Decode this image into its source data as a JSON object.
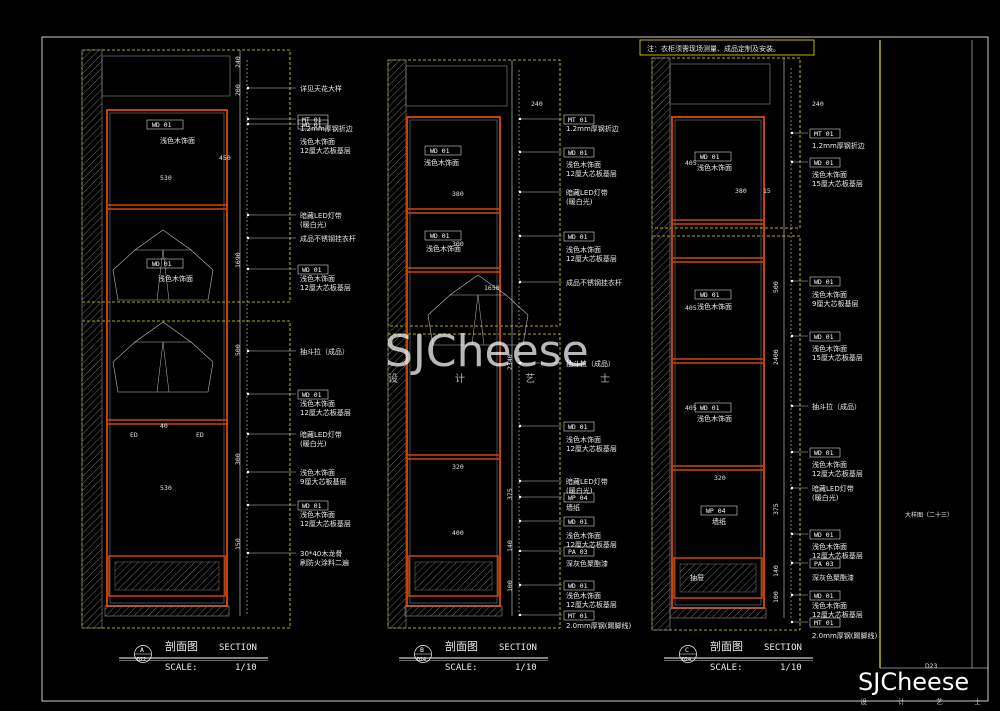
{
  "top_note": "注：衣柜须需现场测量、成品定制及安装。",
  "side_caption": "大样图（二十三）",
  "sheet_code": "D23",
  "watermark": {
    "main": "SJCheese",
    "sub": [
      "设",
      "计",
      "艺",
      "士"
    ]
  },
  "corner_watermark": {
    "main": "SJCheese",
    "sub": [
      "设",
      "计",
      "艺",
      "士"
    ]
  },
  "common_labels": {
    "light_wood": "浅色木饰面",
    "ply12": "12厘大芯板基层",
    "ply9": "9厘大芯板基层",
    "ply15": "15厘大芯板基层",
    "led": "暗藏LED灯带",
    "warm": "(暖白光)",
    "rod": "成品不锈钢挂衣杆",
    "drawer": "抽斗拉（成品）",
    "wallpaper": "墙纸",
    "lacquer": "深灰色聚酯漆",
    "steel_edge": "1.2mm厚钢折边",
    "steel_skirt": "2.0mm厚钢(踢脚线)"
  },
  "panels": [
    {
      "bubble_letter": "A",
      "bubble_code": "D22",
      "title_cn": "剖面图",
      "title_en": "SECTION",
      "scale_label": "SCALE:",
      "scale_value": "1/10",
      "callouts": [
        {
          "text": "详见天花大样"
        },
        {
          "text": "MT 01"
        },
        {
          "text": "1.2mm厚钢折边"
        },
        {
          "text": "WD 01"
        },
        {
          "text": "浅色木饰面"
        },
        {
          "text": "12厘大芯板基层"
        },
        {
          "text": "暗藏LED灯带"
        },
        {
          "text": "(暖白光)"
        },
        {
          "text": "成品不锈钢挂衣杆"
        },
        {
          "text": "WD 01"
        },
        {
          "text": "浅色木饰面"
        },
        {
          "text": "12厘大芯板基层"
        },
        {
          "text": "抽斗拉（成品）"
        },
        {
          "text": "WD 01"
        },
        {
          "text": "浅色木饰面"
        },
        {
          "text": "12厘大芯板基层"
        },
        {
          "text": "暗藏LED灯带"
        },
        {
          "text": "(暖白光)"
        },
        {
          "text": "浅色木饰面"
        },
        {
          "text": "9厘大芯板基层"
        },
        {
          "text": "WD 01"
        },
        {
          "text": "浅色木饰面"
        },
        {
          "text": "12厘大芯板基层"
        },
        {
          "text": "30*40木龙骨"
        },
        {
          "text": "刷防火涂料二遍"
        }
      ],
      "inner_tags": [
        {
          "text": "WD 01"
        },
        {
          "text": "浅色木饰面"
        },
        {
          "text": "WD 01"
        },
        {
          "text": "浅色木饰面"
        }
      ],
      "dims": [
        "240",
        "200",
        "450",
        "530",
        "1690",
        "500",
        "530",
        "40",
        "ED",
        "ED",
        "300",
        "150"
      ]
    },
    {
      "bubble_letter": "B",
      "bubble_code": "D24",
      "title_cn": "剖面图",
      "title_en": "SECTION",
      "scale_label": "SCALE:",
      "scale_value": "1/10",
      "callouts": [
        {
          "text": "MT 01"
        },
        {
          "text": "1.2mm厚钢折边"
        },
        {
          "text": "WD 01"
        },
        {
          "text": "浅色木饰面"
        },
        {
          "text": "12厘大芯板基层"
        },
        {
          "text": "暗藏LED灯带"
        },
        {
          "text": "(暖白光)"
        },
        {
          "text": "WD 01"
        },
        {
          "text": "浅色木饰面"
        },
        {
          "text": "12厘大芯板基层"
        },
        {
          "text": "成品不锈钢挂衣杆"
        },
        {
          "text": "抽斗拉（成品）"
        },
        {
          "text": "WD 01"
        },
        {
          "text": "浅色木饰面"
        },
        {
          "text": "12厘大芯板基层"
        },
        {
          "text": "暗藏LED灯带"
        },
        {
          "text": "(暖白光)"
        },
        {
          "text": "WP 04"
        },
        {
          "text": "墙纸"
        },
        {
          "text": "WD 01"
        },
        {
          "text": "浅色木饰面"
        },
        {
          "text": "12厘大芯板基层"
        },
        {
          "text": "PA 03"
        },
        {
          "text": "深灰色聚酯漆"
        },
        {
          "text": "WD 01"
        },
        {
          "text": "浅色木饰面"
        },
        {
          "text": "12厘大芯板基层"
        },
        {
          "text": "MT 01"
        },
        {
          "text": "2.0mm厚钢(踢脚线)"
        }
      ],
      "inner_tags": [
        {
          "text": "WD 01"
        },
        {
          "text": "浅色木饰面"
        },
        {
          "text": "WD 01"
        },
        {
          "text": "浅色木饰面"
        }
      ],
      "dims": [
        "240",
        "380",
        "300",
        "1650",
        "320",
        "2340",
        "375",
        "400",
        "140",
        "100"
      ]
    },
    {
      "bubble_letter": "C",
      "bubble_code": "D24",
      "title_cn": "剖面图",
      "title_en": "SECTION",
      "scale_label": "SCALE:",
      "scale_value": "1/10",
      "callouts": [
        {
          "text": "MT 01"
        },
        {
          "text": "1.2mm厚钢折边"
        },
        {
          "text": "WD 01"
        },
        {
          "text": "浅色木饰面"
        },
        {
          "text": "15厘大芯板基层"
        },
        {
          "text": "WD 01"
        },
        {
          "text": "浅色木饰面"
        },
        {
          "text": "9厘大芯板基层"
        },
        {
          "text": "WD 01"
        },
        {
          "text": "浅色木饰面"
        },
        {
          "text": "15厘大芯板基层"
        },
        {
          "text": "抽斗拉（成品）"
        },
        {
          "text": "WD 01"
        },
        {
          "text": "浅色木饰面"
        },
        {
          "text": "12厘大芯板基层"
        },
        {
          "text": "暗藏LED灯带"
        },
        {
          "text": "(暖白光)"
        },
        {
          "text": "WD 01"
        },
        {
          "text": "浅色木饰面"
        },
        {
          "text": "12厘大芯板基层"
        },
        {
          "text": "PA 03"
        },
        {
          "text": "深灰色聚酯漆"
        },
        {
          "text": "WD 01"
        },
        {
          "text": "浅色木饰面"
        },
        {
          "text": "12厘大芯板基层"
        },
        {
          "text": "MT 01"
        },
        {
          "text": "2.0mm厚钢(踢脚线)"
        }
      ],
      "inner_tags": [
        {
          "text": "WD 01"
        },
        {
          "text": "浅色木饰面"
        },
        {
          "text": "WD 01"
        },
        {
          "text": "浅色木饰面"
        },
        {
          "text": "WD 01"
        },
        {
          "text": "浅色木饰面"
        },
        {
          "text": "WP 04"
        },
        {
          "text": "墙纸"
        },
        {
          "text": "抽屉"
        }
      ],
      "dims": [
        "240",
        "405",
        "380",
        "15",
        "500",
        "405",
        "2400",
        "405",
        "320",
        "375",
        "140",
        "100"
      ]
    }
  ],
  "colors": {
    "frame": "#ffffff",
    "dash": "#e6e600",
    "wood": "#c2410c",
    "cut": "#8a8a8a",
    "text": "#e9e9e9",
    "leader": "#ffffff"
  }
}
